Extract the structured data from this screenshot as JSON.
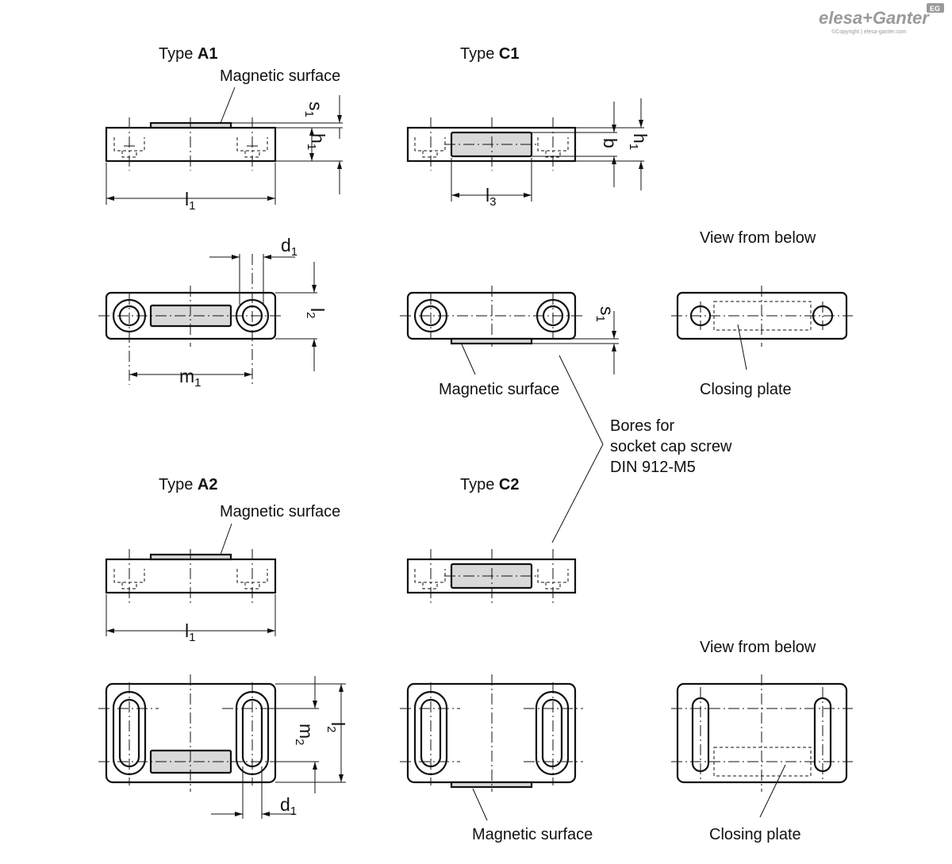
{
  "brand": {
    "name": "elesa+Ganter",
    "copyright": "©Copyright | elesa-ganter.com",
    "badge": "EG"
  },
  "views": {
    "type_a1": {
      "prefix": "Type",
      "code": "A1"
    },
    "type_c1": {
      "prefix": "Type",
      "code": "C1"
    },
    "type_a2": {
      "prefix": "Type",
      "code": "A2"
    },
    "type_c2": {
      "prefix": "Type",
      "code": "C2"
    }
  },
  "callouts": {
    "magnetic_surface": "Magnetic surface",
    "view_from_below": "View from below",
    "closing_plate": "Closing plate",
    "bores": [
      "Bores for",
      "socket cap screw",
      "DIN 912-M5"
    ]
  },
  "dimensions": {
    "l1": {
      "main": "l",
      "sub": "1"
    },
    "l2": {
      "main": "l",
      "sub": "2"
    },
    "l3": {
      "main": "l",
      "sub": "3"
    },
    "h1": {
      "main": "h",
      "sub": "1"
    },
    "s1": {
      "main": "s",
      "sub": "1"
    },
    "b": {
      "main": "b",
      "sub": ""
    },
    "d1": {
      "main": "d",
      "sub": "1"
    },
    "m1": {
      "main": "m",
      "sub": "1"
    },
    "m2": {
      "main": "m",
      "sub": "2"
    }
  }
}
